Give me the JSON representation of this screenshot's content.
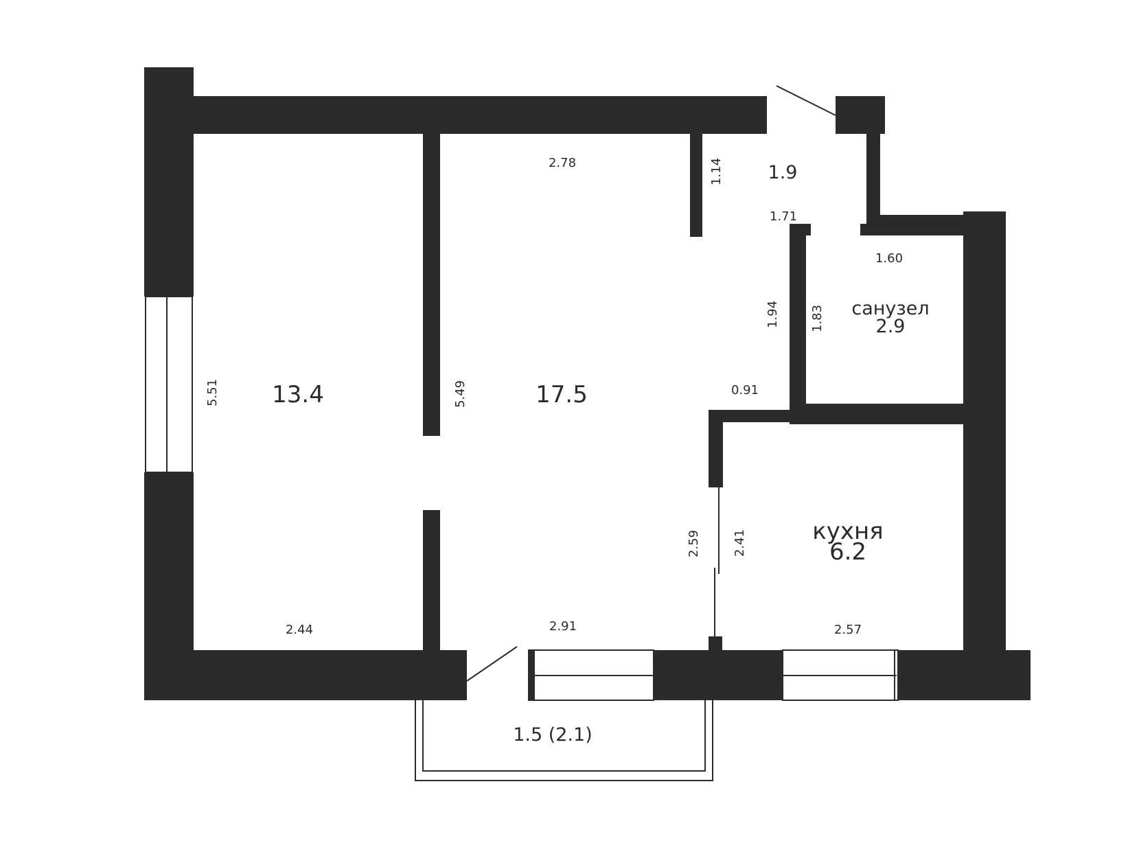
{
  "rooms": {
    "room_left_area": "13.4",
    "room_center_area": "17.5",
    "hall_area": "1.9",
    "bathroom_label": "санузел",
    "bathroom_area": "2.9",
    "kitchen_label": "кухня",
    "kitchen_area": "6.2",
    "balcony_area": "1.5 (2.1)"
  },
  "dimensions": {
    "d_2_78": "2.78",
    "d_1_14": "1.14",
    "d_1_71": "1.71",
    "d_1_60": "1.60",
    "d_1_94": "1.94",
    "d_1_83": "1.83",
    "d_5_51": "5.51",
    "d_5_49": "5.49",
    "d_0_91": "0.91",
    "d_2_59": "2.59",
    "d_2_41": "2.41",
    "d_2_44": "2.44",
    "d_2_91": "2.91",
    "d_2_57": "2.57"
  }
}
